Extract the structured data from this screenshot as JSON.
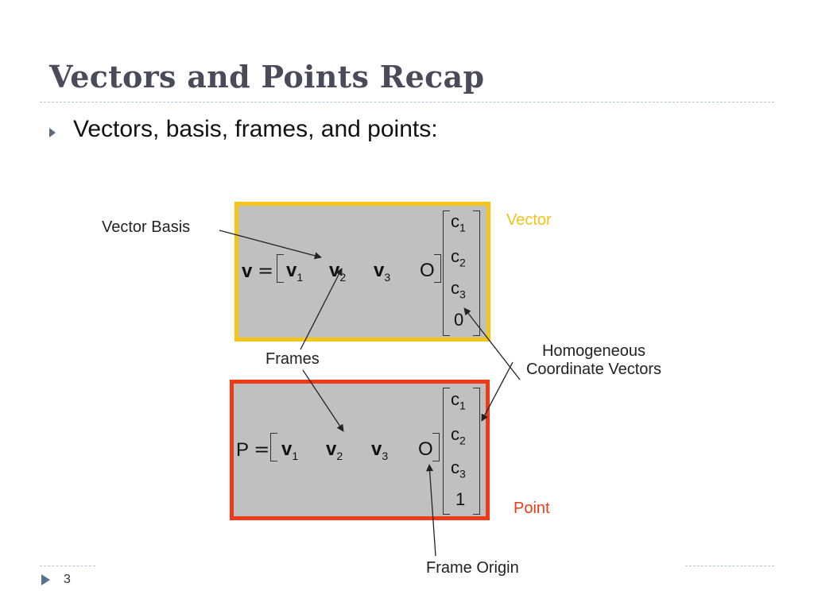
{
  "slide": {
    "title": "Vectors and Points Recap",
    "bullet": "Vectors, basis, frames, and points:",
    "page_number": "3"
  },
  "diagram": {
    "vector_box": {
      "lhs": "v",
      "equals": "=",
      "basis": [
        {
          "sym": "v",
          "sub": "1"
        },
        {
          "sym": "v",
          "sub": "2"
        },
        {
          "sym": "v",
          "sub": "3"
        }
      ],
      "origin": "O",
      "coords": [
        {
          "sym": "c",
          "sub": "1"
        },
        {
          "sym": "c",
          "sub": "2"
        },
        {
          "sym": "c",
          "sub": "3"
        },
        {
          "sym": "0",
          "sub": ""
        }
      ],
      "tag": "Vector"
    },
    "point_box": {
      "lhs": "P",
      "equals": "=",
      "basis": [
        {
          "sym": "v",
          "sub": "1"
        },
        {
          "sym": "v",
          "sub": "2"
        },
        {
          "sym": "v",
          "sub": "3"
        }
      ],
      "origin": "O",
      "coords": [
        {
          "sym": "c",
          "sub": "1"
        },
        {
          "sym": "c",
          "sub": "2"
        },
        {
          "sym": "c",
          "sub": "3"
        },
        {
          "sym": "1",
          "sub": ""
        }
      ],
      "tag": "Point"
    },
    "annotations": {
      "vector_basis": "Vector Basis",
      "frames": "Frames",
      "homogeneous_line1": "Homogeneous",
      "homogeneous_line2": "Coordinate Vectors",
      "frame_origin": "Frame Origin"
    },
    "colors": {
      "vector_border": "#f5c518",
      "point_border": "#ee3a17",
      "box_fill": "#c0c0c0"
    }
  }
}
